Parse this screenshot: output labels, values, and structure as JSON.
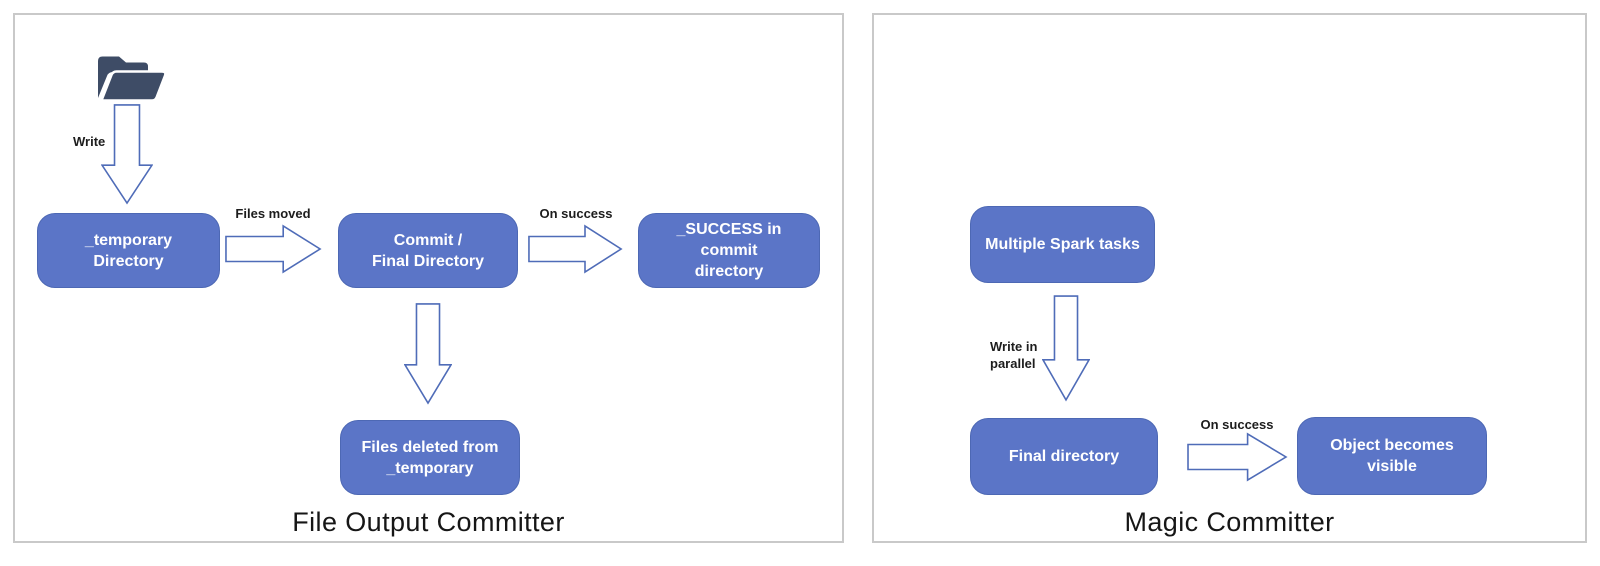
{
  "colors": {
    "node_fill": "#5b75c7",
    "node_border": "#4d68b4",
    "node_text": "#ffffff",
    "arrow_stroke": "#4f6cb8",
    "arrow_fill": "#ffffff",
    "panel_border": "#c9c9c9",
    "folder_icon": "#3e4c66",
    "label_text": "#1d1d1d",
    "title_text": "#161616",
    "background": "#ffffff"
  },
  "left_panel": {
    "title": "File Output Committer",
    "labels": {
      "write": "Write",
      "files_moved": "Files moved",
      "on_success": "On success"
    },
    "boxes": {
      "temporary": "_temporary\nDirectory",
      "commit": "Commit /\nFinal Directory",
      "success": "_SUCCESS in commit\ndirectory",
      "deleted": "Files deleted from\n_temporary"
    }
  },
  "right_panel": {
    "title": "Magic Committer",
    "labels": {
      "write_in_parallel": "Write in\nparallel",
      "on_success": "On success"
    },
    "boxes": {
      "spark_tasks": "Multiple Spark tasks",
      "final_directory": "Final directory",
      "object_visible": "Object becomes\nvisible"
    }
  }
}
